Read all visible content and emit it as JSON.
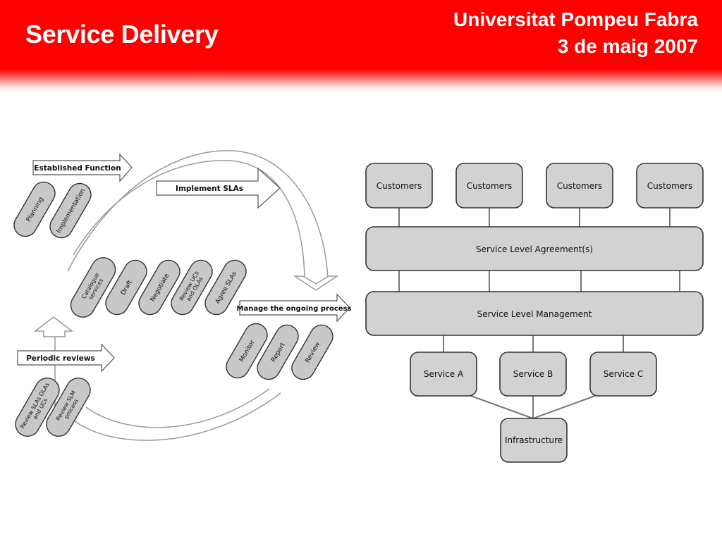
{
  "header": {
    "title": "Service Delivery",
    "institution": "Universitat Pompeu Fabra",
    "date": "3 de maig 2007"
  },
  "colors": {
    "header_red": "#ff0000",
    "box_fill": "#d2d2d2",
    "pill_fill": "#c8c8c8",
    "outline": "#333333",
    "connector": "#777777",
    "curve": "#999999"
  },
  "process": {
    "arrows": {
      "established": "Established Function",
      "implement": "Implement SLAs",
      "manage": "Manage the ongoing process",
      "periodic": "Periodic reviews"
    },
    "pills": [
      {
        "lines": [
          "Planning"
        ]
      },
      {
        "lines": [
          "Implementation"
        ]
      },
      {
        "lines": [
          "Catalogue",
          "services"
        ]
      },
      {
        "lines": [
          "Draft"
        ]
      },
      {
        "lines": [
          "Negotiate"
        ]
      },
      {
        "lines": [
          "Review UCs",
          "and OLAs"
        ]
      },
      {
        "lines": [
          "Agree SLAs"
        ]
      },
      {
        "lines": [
          "Monitor"
        ]
      },
      {
        "lines": [
          "Report"
        ]
      },
      {
        "lines": [
          "Review"
        ]
      },
      {
        "lines": [
          "Review SLAs OLAs",
          "and UCs"
        ]
      },
      {
        "lines": [
          "Review SLM",
          "process"
        ]
      }
    ]
  },
  "hierarchy": {
    "customers": [
      "Customers",
      "Customers",
      "Customers",
      "Customers"
    ],
    "sla": "Service Level Agreement(s)",
    "slm": "Service Level Management",
    "services": [
      "Service A",
      "Service B",
      "Service C"
    ],
    "infrastructure": "Infrastructure"
  }
}
